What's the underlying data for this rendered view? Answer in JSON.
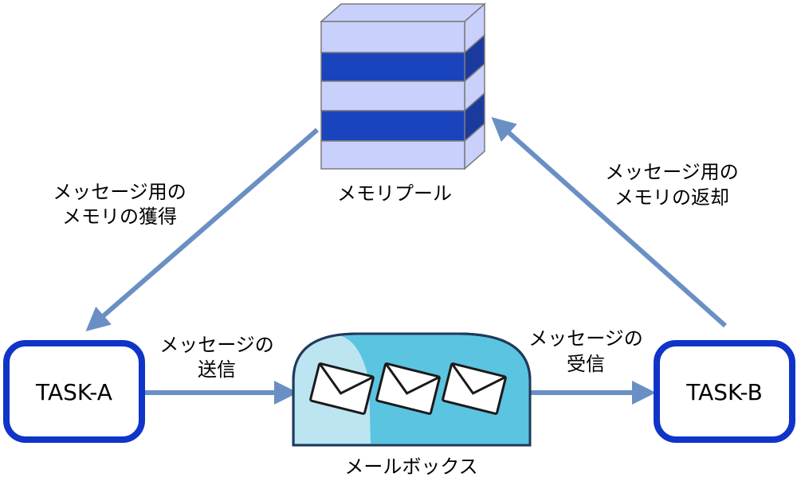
{
  "memory_pool": {
    "label": "メモリプール"
  },
  "mailbox": {
    "label": "メールボックス"
  },
  "task_a": {
    "label": "TASK-A"
  },
  "task_b": {
    "label": "TASK-B"
  },
  "arrows": {
    "acquire": {
      "line1": "メッセージ用の",
      "line2": "メモリの獲得"
    },
    "return": {
      "line1": "メッセージ用の",
      "line2": "メモリの返却"
    },
    "send": {
      "line1": "メッセージの",
      "line2": "送信"
    },
    "receive": {
      "line1": "メッセージの",
      "line2": "受信"
    }
  },
  "colors": {
    "arrow": "#6a8fc4",
    "task_border": "#1034c8",
    "pool_light": "#c9d0fb",
    "pool_dark": "#1a44be",
    "mailbox_fill": "#5bc4e0",
    "mailbox_highlight": "#bde4f1"
  }
}
